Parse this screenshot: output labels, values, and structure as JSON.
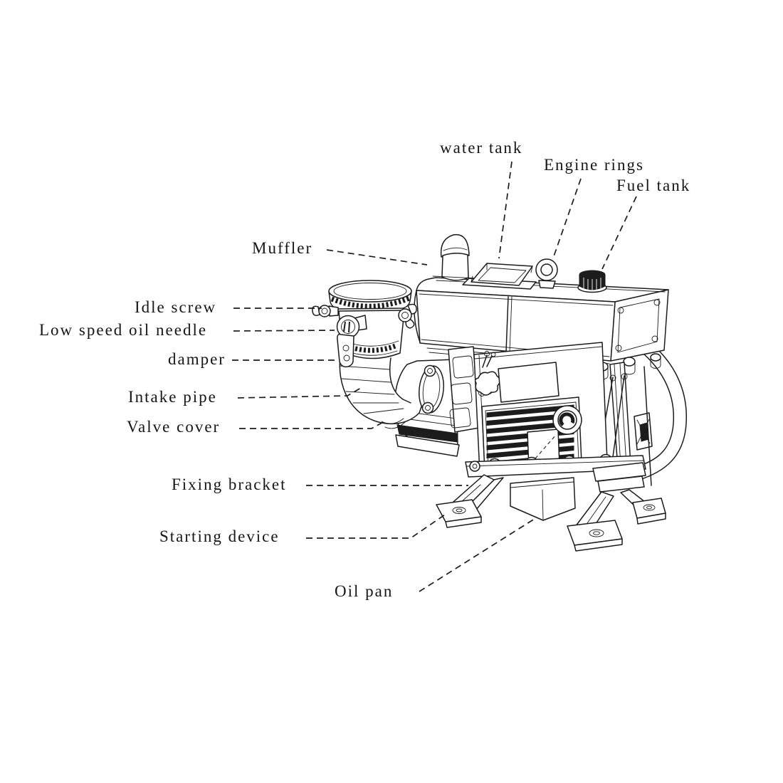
{
  "diagram": {
    "subject": "Single-cylinder diesel engine model — labeled parts line drawing",
    "background_color": "#ffffff",
    "ink_color": "#1c1c1c",
    "labels": {
      "water_tank": "water tank",
      "engine_rings": "Engine rings",
      "fuel_tank": "Fuel tank",
      "muffler": "Muffler",
      "idle_screw": "Idle screw",
      "low_speed_oil_needle": "Low speed oil needle",
      "damper": "damper",
      "intake_pipe": "Intake pipe",
      "valve_cover": "Valve cover",
      "fixing_bracket": "Fixing bracket",
      "starting_device": "Starting device",
      "oil_pan": "Oil pan"
    }
  }
}
